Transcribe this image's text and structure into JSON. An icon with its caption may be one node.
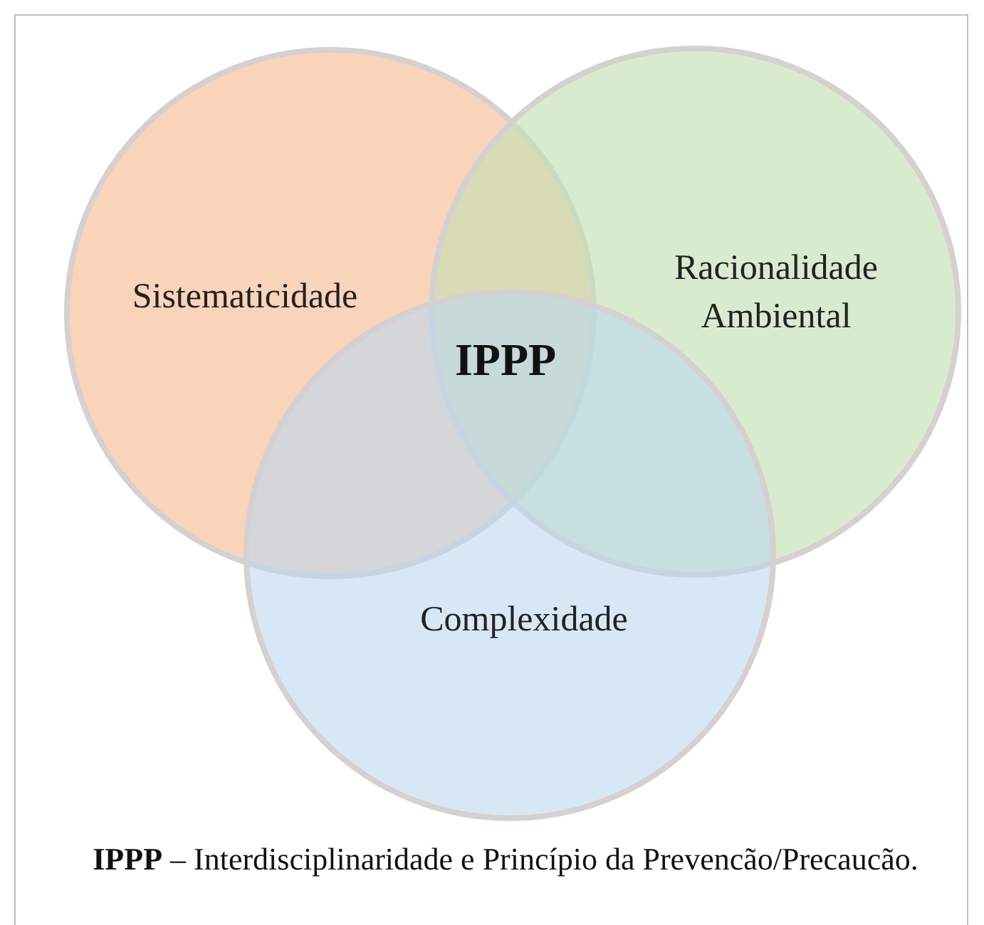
{
  "diagram": {
    "caption": "**IPPP** – Interdisciplinaridade e Princípio da Prevencão/Precaucão.",
    "nodes": [
      {
        "text": [
          "Sistematicidade"
        ]
      },
      {
        "text": [
          "Racionalidade Ambiental"
        ]
      },
      {
        "text": [
          "Complexidade"
        ]
      }
    ],
    "labels": [
      "IPPP"
    ]
  }
}
